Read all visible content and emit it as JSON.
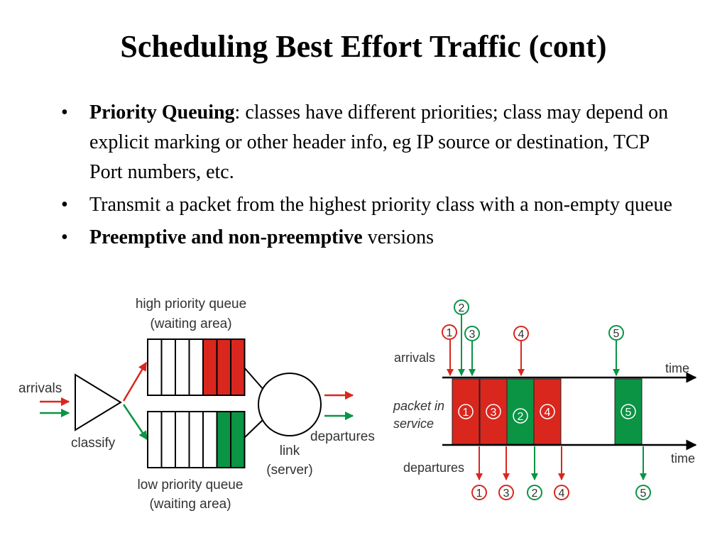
{
  "title": "Scheduling Best Effort Traffic (cont)",
  "bullets": [
    {
      "bold": "Priority Queuing",
      "rest": ": classes have different priorities; class may depend on explicit marking or other header info, eg IP source or destination, TCP Port numbers, etc."
    },
    {
      "bold": "",
      "rest": "Transmit a packet from the highest priority class with a non-empty queue"
    },
    {
      "bold": "Preemptive and non-preemptive",
      "rest": " versions"
    }
  ],
  "bullet_glyph": "•",
  "queue_diagram": {
    "high_queue_label_1": "high priority queue",
    "high_queue_label_2": "(waiting area)",
    "low_queue_label_1": "low priority queue",
    "low_queue_label_2": "(waiting area)",
    "arrivals": "arrivals",
    "classify": "classify",
    "departures": "departures",
    "link_1": "link",
    "link_2": "(server)",
    "high_queue_filled": 3,
    "low_queue_filled": 2,
    "slots_per_queue": 7
  },
  "timeline": {
    "arrivals": "arrivals",
    "service_1": "packet in",
    "service_2": "service",
    "departures": "departures",
    "time_top": "time",
    "time_bottom": "time",
    "arrival_markers": [
      {
        "label": "1",
        "color": "red"
      },
      {
        "label": "2",
        "color": "green"
      },
      {
        "label": "3",
        "color": "green"
      },
      {
        "label": "4",
        "color": "red"
      },
      {
        "label": "5",
        "color": "green"
      }
    ],
    "service_blocks": [
      {
        "label": "1",
        "color": "red"
      },
      {
        "label": "3",
        "color": "red"
      },
      {
        "label": "2",
        "color": "green"
      },
      {
        "label": "4",
        "color": "red"
      },
      {
        "label": "5",
        "color": "green"
      }
    ],
    "departure_markers": [
      {
        "label": "1",
        "color": "red"
      },
      {
        "label": "3",
        "color": "red"
      },
      {
        "label": "2",
        "color": "green"
      },
      {
        "label": "4",
        "color": "red"
      },
      {
        "label": "5",
        "color": "green"
      }
    ]
  },
  "colors": {
    "red": "#d9271e",
    "green": "#0a9444",
    "text": "#000000"
  }
}
